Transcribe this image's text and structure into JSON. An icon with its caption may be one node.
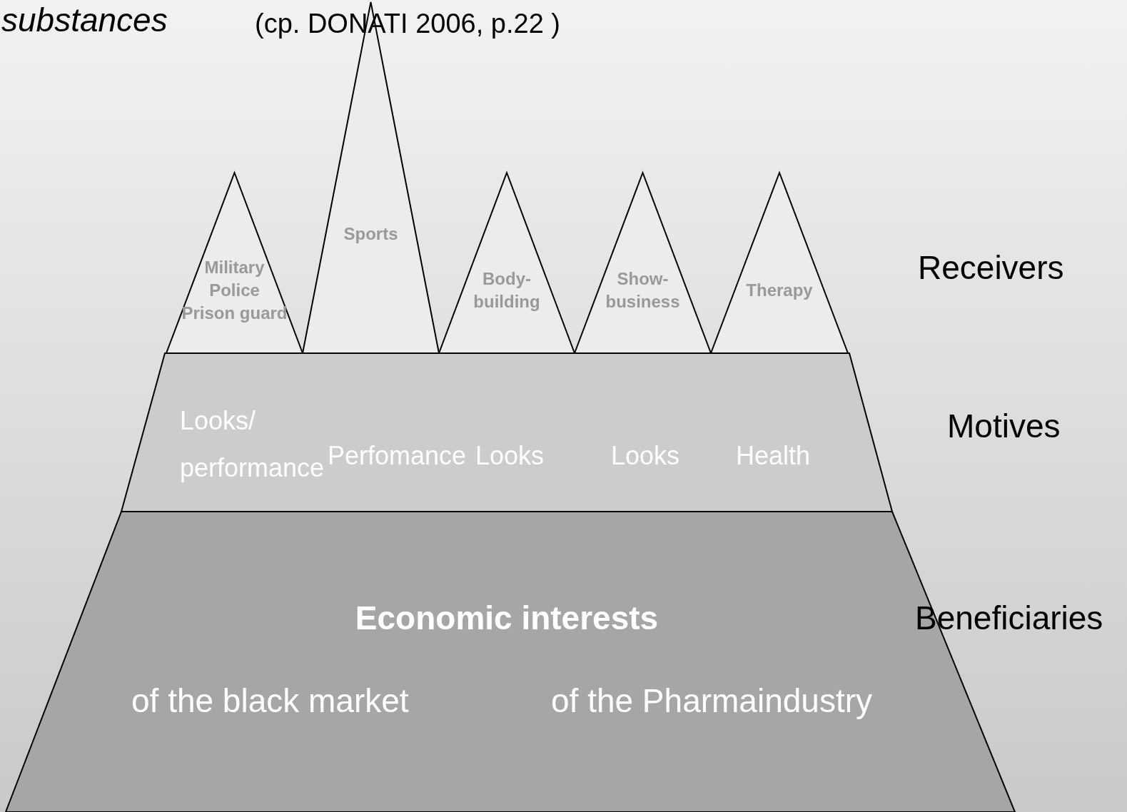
{
  "diagram": {
    "nodes": [
      {
        "text": [
          "Military",
          "Police",
          "Prison guard"
        ]
      },
      {
        "text": [
          "Sports"
        ]
      },
      {
        "text": [
          "Body- building"
        ]
      },
      {
        "text": [
          "Show- business"
        ]
      },
      {
        "text": [
          "Therapy"
        ]
      },
      {
        "text": [
          "Looks/ performance",
          "Perfomance",
          "Looks",
          "Looks",
          "Health"
        ]
      },
      {
        "text": [
          "Economic interests",
          "of the black market",
          "of the Pharmaindustry"
        ]
      }
    ],
    "labels": [
      "substances",
      "(cp. DONATI 2006, p.22 )",
      "Receivers",
      "Motives",
      "Beneficiaries"
    ]
  }
}
